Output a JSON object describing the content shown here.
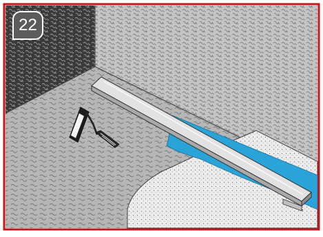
{
  "step": {
    "number": "22"
  },
  "colors": {
    "frame": "#c4161c",
    "membrane": "#2aa3d8",
    "wall_dark": "#3b3b3b",
    "wall_light": "#bdbdbd",
    "floor": "#b8b8b8",
    "screed": "#e4e4e4",
    "profile": "#d9d9d9"
  },
  "illustration": {
    "objects": [
      "paint-roller-icon",
      "drain-channel-profile",
      "waterproof-membrane",
      "screed-area"
    ]
  }
}
